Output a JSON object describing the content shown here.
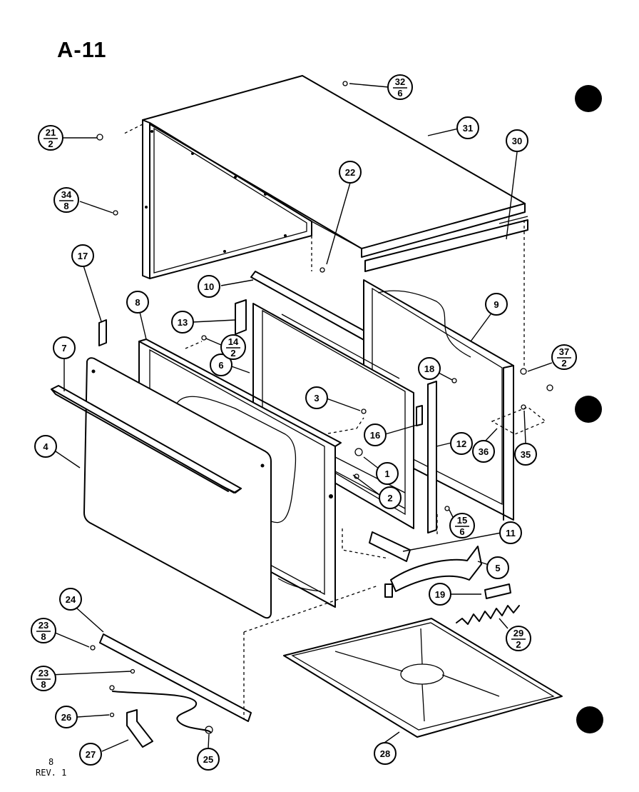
{
  "page": {
    "title": "A-11",
    "sheet_number": "8",
    "revision": "REV. 1"
  },
  "callouts": [
    {
      "id": "c1",
      "top": "1"
    },
    {
      "id": "c2",
      "top": "2"
    },
    {
      "id": "c3",
      "top": "3"
    },
    {
      "id": "c4",
      "top": "4"
    },
    {
      "id": "c5",
      "top": "5"
    },
    {
      "id": "c6",
      "top": "6"
    },
    {
      "id": "c7",
      "top": "7"
    },
    {
      "id": "c8",
      "top": "8"
    },
    {
      "id": "c9",
      "top": "9"
    },
    {
      "id": "c10",
      "top": "10"
    },
    {
      "id": "c11",
      "top": "11"
    },
    {
      "id": "c12",
      "top": "12"
    },
    {
      "id": "c13",
      "top": "13"
    },
    {
      "id": "c14",
      "top": "14",
      "bottom": "2"
    },
    {
      "id": "c15",
      "top": "15",
      "bottom": "6"
    },
    {
      "id": "c16",
      "top": "16"
    },
    {
      "id": "c17",
      "top": "17"
    },
    {
      "id": "c18",
      "top": "18"
    },
    {
      "id": "c19",
      "top": "19"
    },
    {
      "id": "c21",
      "top": "21",
      "bottom": "2"
    },
    {
      "id": "c22",
      "top": "22"
    },
    {
      "id": "c23a",
      "top": "23",
      "bottom": "8"
    },
    {
      "id": "c23b",
      "top": "23",
      "bottom": "8"
    },
    {
      "id": "c24",
      "top": "24"
    },
    {
      "id": "c25",
      "top": "25"
    },
    {
      "id": "c26",
      "top": "26"
    },
    {
      "id": "c27",
      "top": "27"
    },
    {
      "id": "c28",
      "top": "28"
    },
    {
      "id": "c29",
      "top": "29",
      "bottom": "2"
    },
    {
      "id": "c30",
      "top": "30"
    },
    {
      "id": "c31",
      "top": "31"
    },
    {
      "id": "c32",
      "top": "32",
      "bottom": "6"
    },
    {
      "id": "c34",
      "top": "34",
      "bottom": "8"
    },
    {
      "id": "c35",
      "top": "35"
    },
    {
      "id": "c36",
      "top": "36"
    },
    {
      "id": "c37",
      "top": "37",
      "bottom": "2"
    }
  ]
}
